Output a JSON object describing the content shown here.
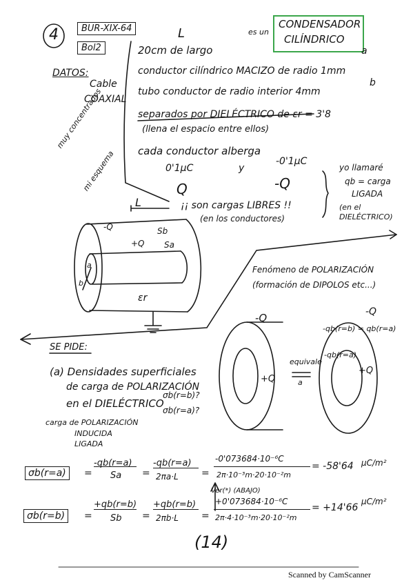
{
  "header": {
    "problem_number": "4",
    "code": "BUR-XIX-64",
    "bol": "Bol2",
    "es_un": "es un",
    "title_line1": "CONDENSADOR",
    "title_line2": "CILÍNDRICO"
  },
  "length_letter": "L",
  "datos_label": "DATOS:",
  "cable_label": "Cable",
  "coaxial_label": "COAXIAL",
  "data_items": [
    "20cm de largo",
    "conductor cilíndrico MACIZO de radio 1mm",
    "tubo conductor de radio interior 4mm",
    "separados por DIELÉCTRICO de εr = 3'8",
    "(llena el espacio entre ellos)",
    "cada conductor alberga"
  ],
  "label_a": "a",
  "label_b": "b",
  "charges": {
    "plus_value": "0'1μC",
    "y": "y",
    "minus_value": "-0'1μC",
    "plus_symbol": "Q",
    "minus_symbol": "-Q"
  },
  "side_notes": {
    "muy_concentrados": "muy concentrados",
    "mi_esquema": "mi esquema",
    "libres": "¡¡ son cargas LIBRES !!",
    "en_conductores": "(en los conductores)"
  },
  "right_note": {
    "line1": "yo llamaré",
    "line2": "qb = carga",
    "line3": "LIGADA",
    "line4": "(en el",
    "line5": "DIELÉCTRICO)"
  },
  "drawing": {
    "top_L": "L",
    "minus_q": "-Q",
    "plus_q": "+Q",
    "s_b": "Sb",
    "s_a": "Sa",
    "a": "a",
    "b": "b",
    "eps": "εr"
  },
  "phenomenon": {
    "line1": "Fenómeno de POLARIZACIÓN",
    "line2": "(formación de DIPOLOS etc...)"
  },
  "se_pide": "SE PIDE:",
  "part_a": {
    "line1": "(a) Densidades superficiales",
    "line2": "de carga de POLARIZACIÓN",
    "line3": "en el DIELÉCTRICO",
    "q1": "σb(r=b)?",
    "q2": "σb(r=a)?"
  },
  "carga_note": {
    "line1": "carga de POLARIZACIÓN",
    "line2": "INDUCIDA",
    "line3": "LIGADA"
  },
  "right_figure": {
    "minus_q": "-Q",
    "plus_q": "+Q",
    "equivale": "equivale",
    "a": "a",
    "qb_b": "-qb(r=b) = qb(r=a)",
    "qb_a": "-qb(r=a)",
    "minus_q2": "-Q",
    "plus_q2": "+Q"
  },
  "eq1": {
    "lhs": "σb(r=a)",
    "frac1_num": "-qb(r=a)",
    "frac1_den": "Sa",
    "frac2_num": "-qb(r=a)",
    "frac2_den": "2πa·L",
    "frac3_num": "-0'073684·10⁻⁶C",
    "frac3_den": "2π·10⁻³m·20·10⁻²m",
    "result": "= -58'64",
    "unit": "μC/m²"
  },
  "ver_note": "Ver(*) (ABAJO)",
  "eq2": {
    "lhs": "σb(r=b)",
    "frac1_num": "+qb(r=b)",
    "frac1_den": "Sb",
    "frac2_num": "+qb(r=b)",
    "frac2_den": "2πb·L",
    "frac3_num": "+0'073684·10⁻⁶C",
    "frac3_den": "2π·4·10⁻³m·20·10⁻²m",
    "result": "= +14'66",
    "unit": "μC/m²"
  },
  "page_number": "(14)",
  "footer": "Scanned by CamScanner"
}
